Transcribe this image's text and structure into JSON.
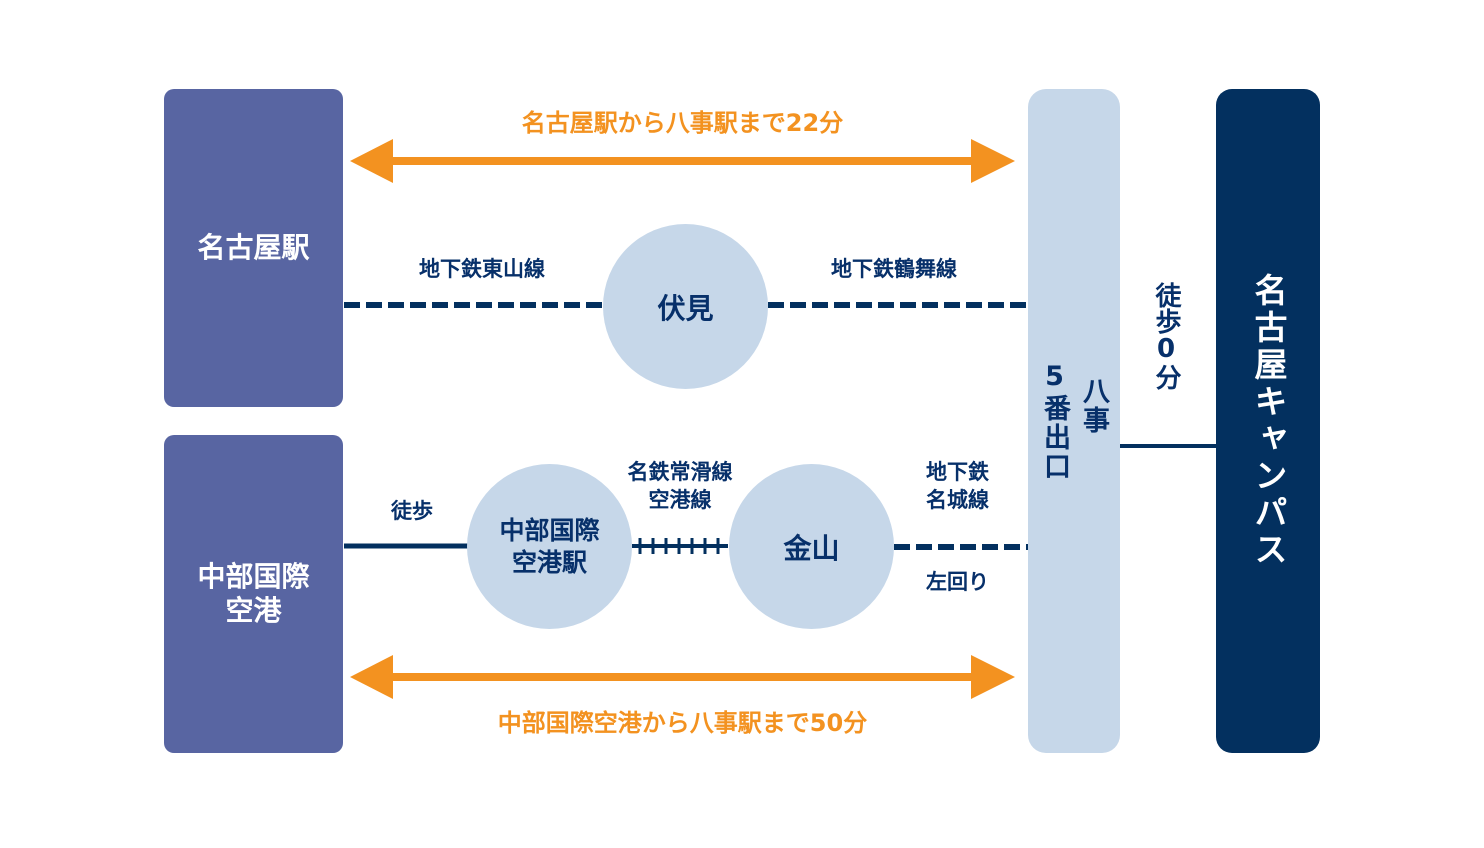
{
  "colors": {
    "origin_box": "#5865a2",
    "yagoto_box": "#c6d7e9",
    "campus_box": "#03305f",
    "station_circle": "#c6d7e9",
    "line": "#03305f",
    "arrow": "#f39220"
  },
  "origins": {
    "nagoya_station": "名古屋駅",
    "chubu_airport_line1": "中部国際",
    "chubu_airport_line2": "空港"
  },
  "arrows": {
    "top": "名古屋駅から八事駅まで22分",
    "bottom": "中部国際空港から八事駅まで50分"
  },
  "route_top": {
    "line1": "地下鉄東山線",
    "transfer_station": "伏見",
    "line2": "地下鉄鶴舞線"
  },
  "route_bottom": {
    "walk": "徒歩",
    "airport_station_line1": "中部国際",
    "airport_station_line2": "空港駅",
    "meitetsu_line1": "名鉄常滑線",
    "meitetsu_line2": "空港線",
    "transfer_station": "金山",
    "subway_line1": "地下鉄",
    "subway_line2": "名城線",
    "direction": "左回り"
  },
  "destination_station": {
    "name": "八事",
    "exit": "5番出口"
  },
  "walk_to_campus": "徒歩0分",
  "campus": "名古屋キャンパス"
}
